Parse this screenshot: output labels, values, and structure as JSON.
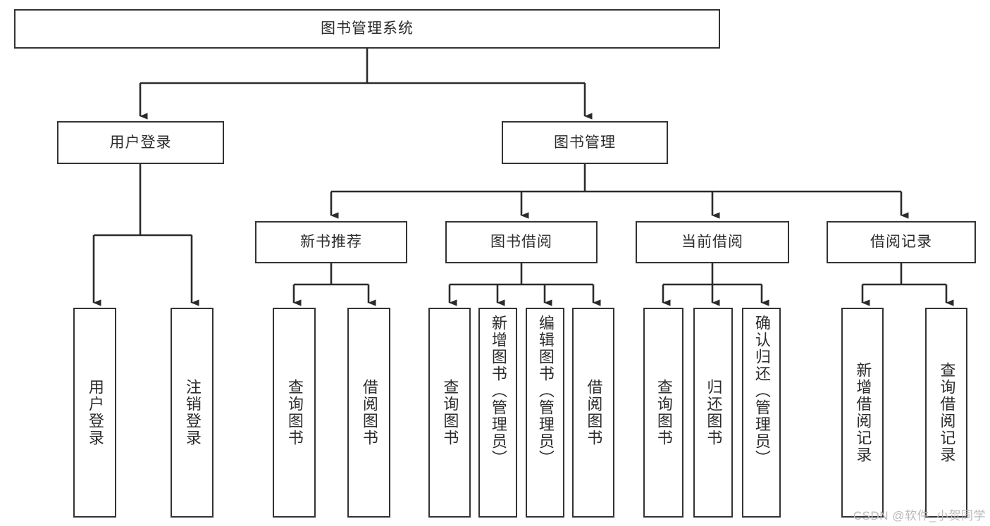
{
  "diagram": {
    "type": "hierarchy-tree",
    "root": {
      "id": "root",
      "label": "图书管理系统"
    },
    "level1": [
      {
        "id": "user-login",
        "label": "用户登录"
      },
      {
        "id": "book-manage",
        "label": "图书管理"
      }
    ],
    "level2": [
      {
        "id": "new-book-recommend",
        "label": "新书推荐",
        "parent": "book-manage"
      },
      {
        "id": "book-borrow",
        "label": "图书借阅",
        "parent": "book-manage"
      },
      {
        "id": "current-borrow",
        "label": "当前借阅",
        "parent": "book-manage"
      },
      {
        "id": "borrow-record",
        "label": "借阅记录",
        "parent": "book-manage"
      }
    ],
    "leaves": {
      "user_login": [
        {
          "id": "leaf-user-login",
          "label": "用户登录"
        },
        {
          "id": "leaf-logout-login",
          "label": "注销登录"
        }
      ],
      "new_book_recommend": [
        {
          "id": "leaf-query-book-1",
          "label": "查询图书"
        },
        {
          "id": "leaf-borrow-book-1",
          "label": "借阅图书"
        }
      ],
      "book_borrow": [
        {
          "id": "leaf-query-book-2",
          "label": "查询图书"
        },
        {
          "id": "leaf-add-book",
          "label": "新增图书（管理员）"
        },
        {
          "id": "leaf-edit-book",
          "label": "编辑图书（管理员）"
        },
        {
          "id": "leaf-borrow-book-2",
          "label": "借阅图书"
        }
      ],
      "current_borrow": [
        {
          "id": "leaf-query-book-3",
          "label": "查询图书"
        },
        {
          "id": "leaf-return-book",
          "label": "归还图书"
        },
        {
          "id": "leaf-confirm-return",
          "label": "确认归还（管理员）"
        }
      ],
      "borrow_record": [
        {
          "id": "leaf-add-record",
          "label": "新增借阅记录"
        },
        {
          "id": "leaf-query-record",
          "label": "查询借阅记录"
        }
      ]
    }
  },
  "watermark": {
    "text": "CSDN @软件_小贺同学"
  },
  "colors": {
    "border": "#333333",
    "background": "#ffffff",
    "text": "#2b2b2b",
    "watermark": "#b9b9b9"
  }
}
